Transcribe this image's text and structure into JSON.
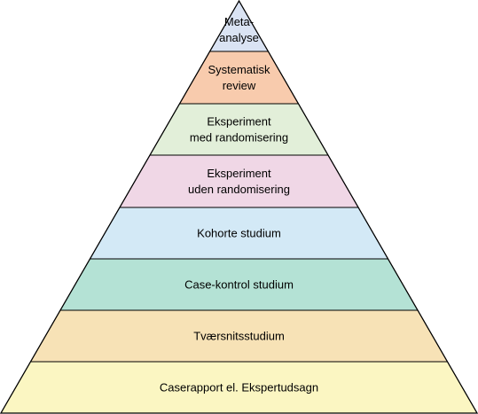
{
  "diagram": {
    "type": "evidence-pyramid",
    "outline_color": "#000000",
    "levels": [
      {
        "lines": [
          "Meta-",
          "analyse"
        ],
        "color": "#dae3f3"
      },
      {
        "lines": [
          "Systematisk",
          "review"
        ],
        "color": "#f8cbad"
      },
      {
        "lines": [
          "Eksperiment",
          "med randomisering"
        ],
        "color": "#e2efd9"
      },
      {
        "lines": [
          "Eksperiment",
          "uden randomisering"
        ],
        "color": "#f0d7e6"
      },
      {
        "lines": [
          "Kohorte studium"
        ],
        "color": "#d3e9f6"
      },
      {
        "lines": [
          "Case-kontrol studium"
        ],
        "color": "#b4e2d5"
      },
      {
        "lines": [
          "Tværsnitsstudium"
        ],
        "color": "#f7e2b6"
      },
      {
        "lines": [
          "Caserapport el. Ekspertudsagn"
        ],
        "color": "#fbf6c2"
      }
    ]
  }
}
